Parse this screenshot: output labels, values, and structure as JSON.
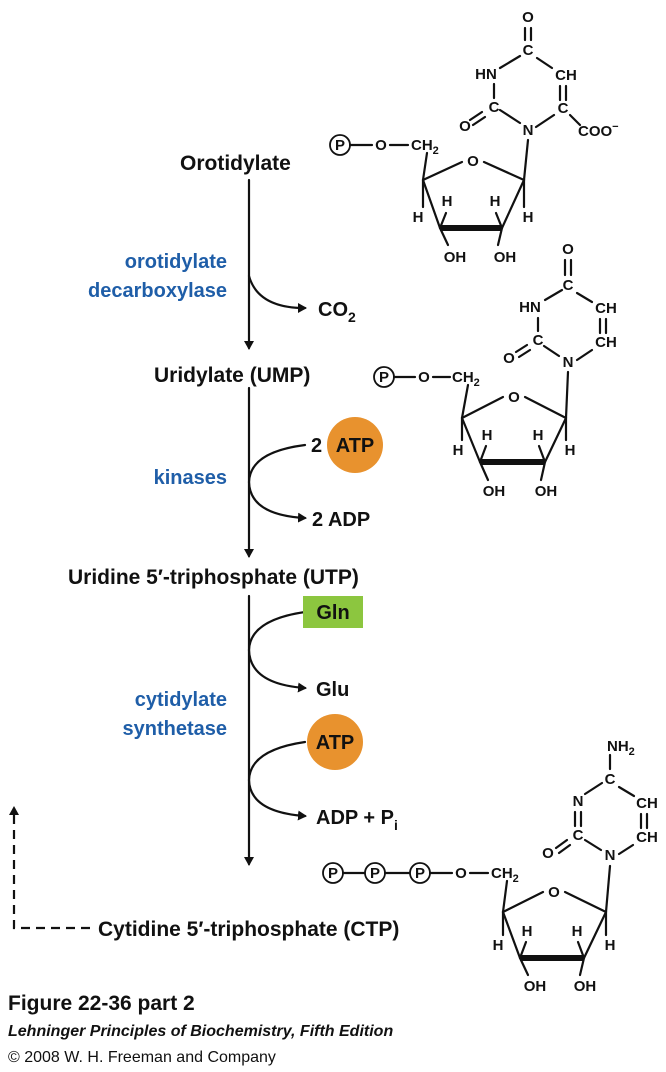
{
  "compounds": {
    "orotidylate": "Orotidylate",
    "ump": "Uridylate (UMP)",
    "utp": "Uridine 5′-triphosphate (UTP)",
    "ctp": "Cytidine 5′-triphosphate (CTP)"
  },
  "enzymes": {
    "decarboxylase_line1": "orotidylate",
    "decarboxylase_line2": "decarboxylase",
    "kinases": "kinases",
    "synthetase_line1": "cytidylate",
    "synthetase_line2": "synthetase"
  },
  "cofactors": {
    "co2_main": "CO",
    "co2_sub": "2",
    "atp_count": "2",
    "atp": "ATP",
    "adp_2": "2 ADP",
    "gln": "Gln",
    "glu": "Glu",
    "atp2": "ATP",
    "adp_pi_main": "ADP + P",
    "adp_pi_sub": "i"
  },
  "atoms": {
    "phosphate": "P",
    "oxygen": "O",
    "ch2": "CH",
    "ch2_sub": "2",
    "h": "H",
    "oh": "OH",
    "hn": "HN",
    "n": "N",
    "c": "C",
    "ch": "CH",
    "coo": "COO",
    "minus": "−",
    "nh2": "NH",
    "nh2_sub": "2"
  },
  "caption": {
    "figure": "Figure 22-36 part 2",
    "book": "Lehninger Principles of Biochemistry, Fifth Edition",
    "copyright": "© 2008 W. H. Freeman and Company"
  },
  "colors": {
    "enzyme_text": "#1f5ea8",
    "atp_circle": "#e8922e",
    "gln_box": "#8cc63f"
  }
}
